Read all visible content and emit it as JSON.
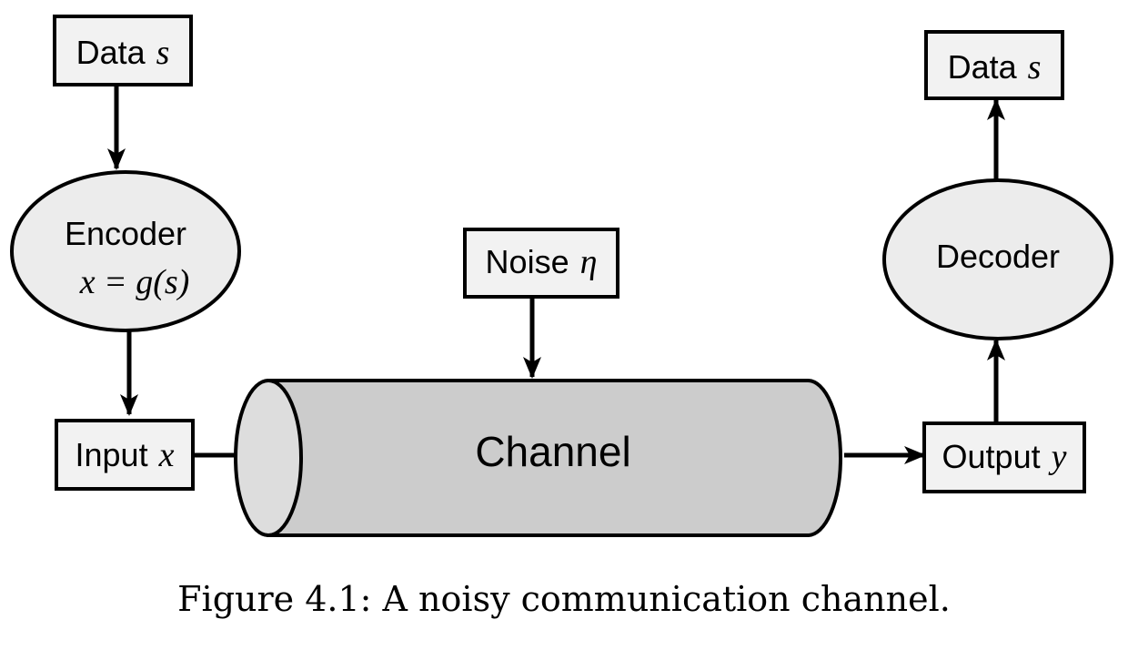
{
  "diagram": {
    "data_in": {
      "label": "Data",
      "var": "s"
    },
    "encoder": {
      "label": "Encoder",
      "formula": "x = g(s)"
    },
    "input": {
      "label": "Input",
      "var": "x"
    },
    "noise": {
      "label": "Noise",
      "var": "η"
    },
    "channel": {
      "label": "Channel"
    },
    "output": {
      "label": "Output",
      "var": "y"
    },
    "decoder": {
      "label": "Decoder"
    },
    "data_out": {
      "label": "Data",
      "var": "s"
    }
  },
  "caption": "Figure 4.1: A noisy communication channel.",
  "colors": {
    "box_fill": "#f2f2f2",
    "ellipse_fill": "#ececec",
    "channel_fill": "#cccccc",
    "stroke": "#000000"
  }
}
